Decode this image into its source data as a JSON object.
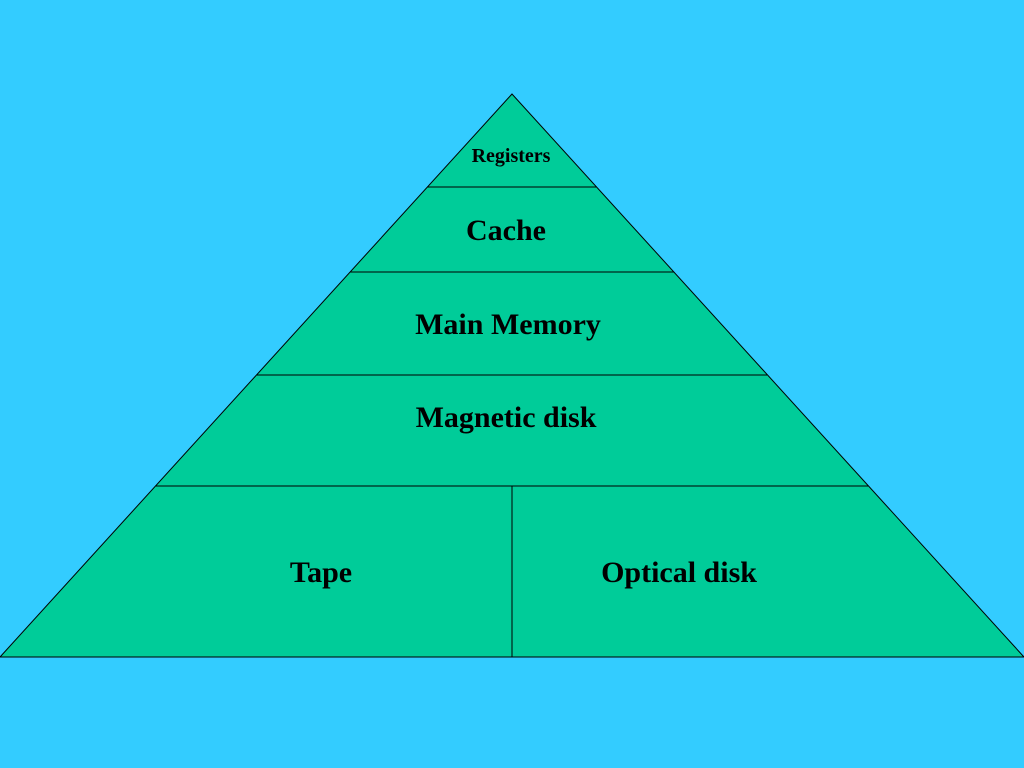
{
  "colors": {
    "background": "#33CCFF",
    "fill": "#00CC99",
    "stroke": "#000000"
  },
  "levels": {
    "registers": "Registers",
    "cache": "Cache",
    "main_memory": "Main Memory",
    "magnetic_disk": "Magnetic disk",
    "tape": "Tape",
    "optical_disk": "Optical disk"
  }
}
